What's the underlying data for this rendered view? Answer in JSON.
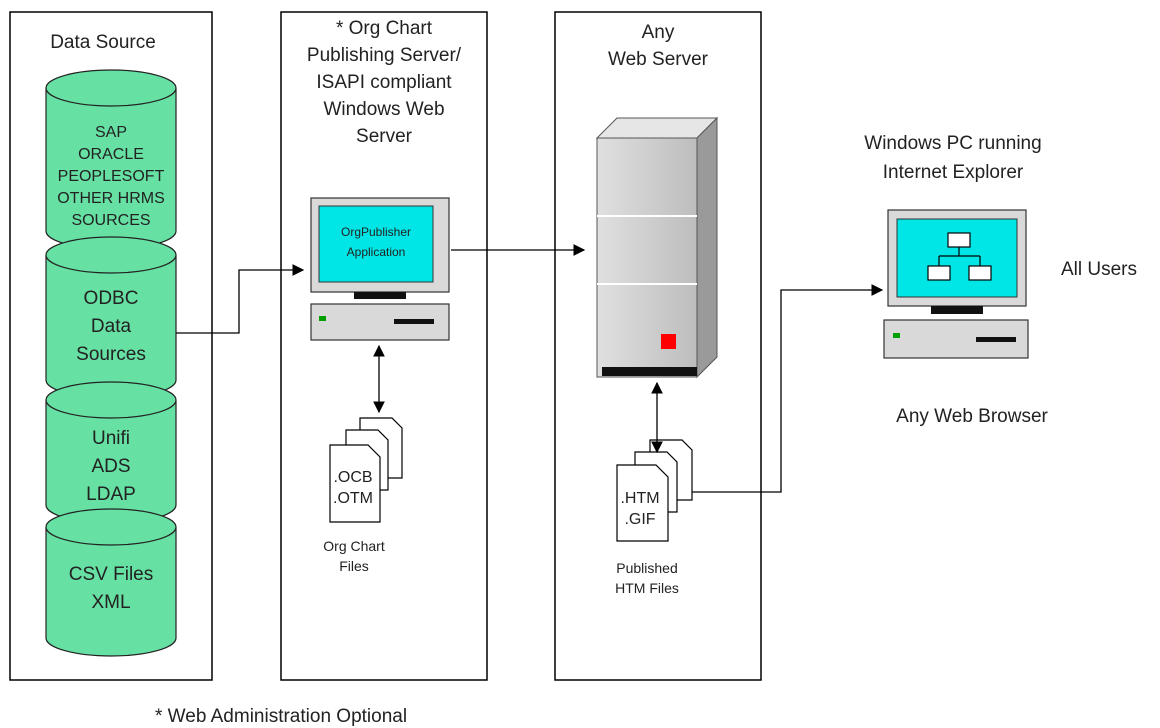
{
  "panels": {
    "data_source": {
      "title": "Data Source"
    },
    "org_chart_server": {
      "title_lines": [
        "* Org Chart",
        "Publishing Server/",
        "ISAPI compliant",
        "Windows Web",
        "Server"
      ]
    },
    "web_server": {
      "title_lines": [
        "Any",
        "Web Server"
      ]
    }
  },
  "databases": [
    {
      "lines": [
        "SAP",
        "ORACLE",
        "PEOPLESOFT",
        "OTHER HRMS",
        "SOURCES"
      ]
    },
    {
      "lines": [
        "ODBC",
        "Data",
        "Sources"
      ]
    },
    {
      "lines": [
        "Unifi",
        "ADS",
        "LDAP"
      ]
    },
    {
      "lines": [
        "CSV Files",
        "XML"
      ]
    }
  ],
  "orgpub_screen": {
    "lines": [
      "OrgPublisher",
      "Application"
    ]
  },
  "org_chart_files": {
    "doc_lines": [
      ".OCB",
      ".OTM"
    ],
    "caption_lines": [
      "Org Chart",
      "Files"
    ]
  },
  "published_files": {
    "doc_lines": [
      ".HTM",
      ".GIF"
    ],
    "caption_lines": [
      "Published",
      "HTM Files"
    ]
  },
  "client": {
    "title_lines": [
      "Windows PC running",
      "Internet Explorer"
    ],
    "users_label": "All Users",
    "browser_label": "Any Web Browser"
  },
  "footnote": "* Web Administration Optional",
  "colors": {
    "db_fill": "#66e0a3",
    "screen_fill": "#00e6e6",
    "server_fill": "#cfcfcf",
    "led_red": "#ff0000"
  }
}
